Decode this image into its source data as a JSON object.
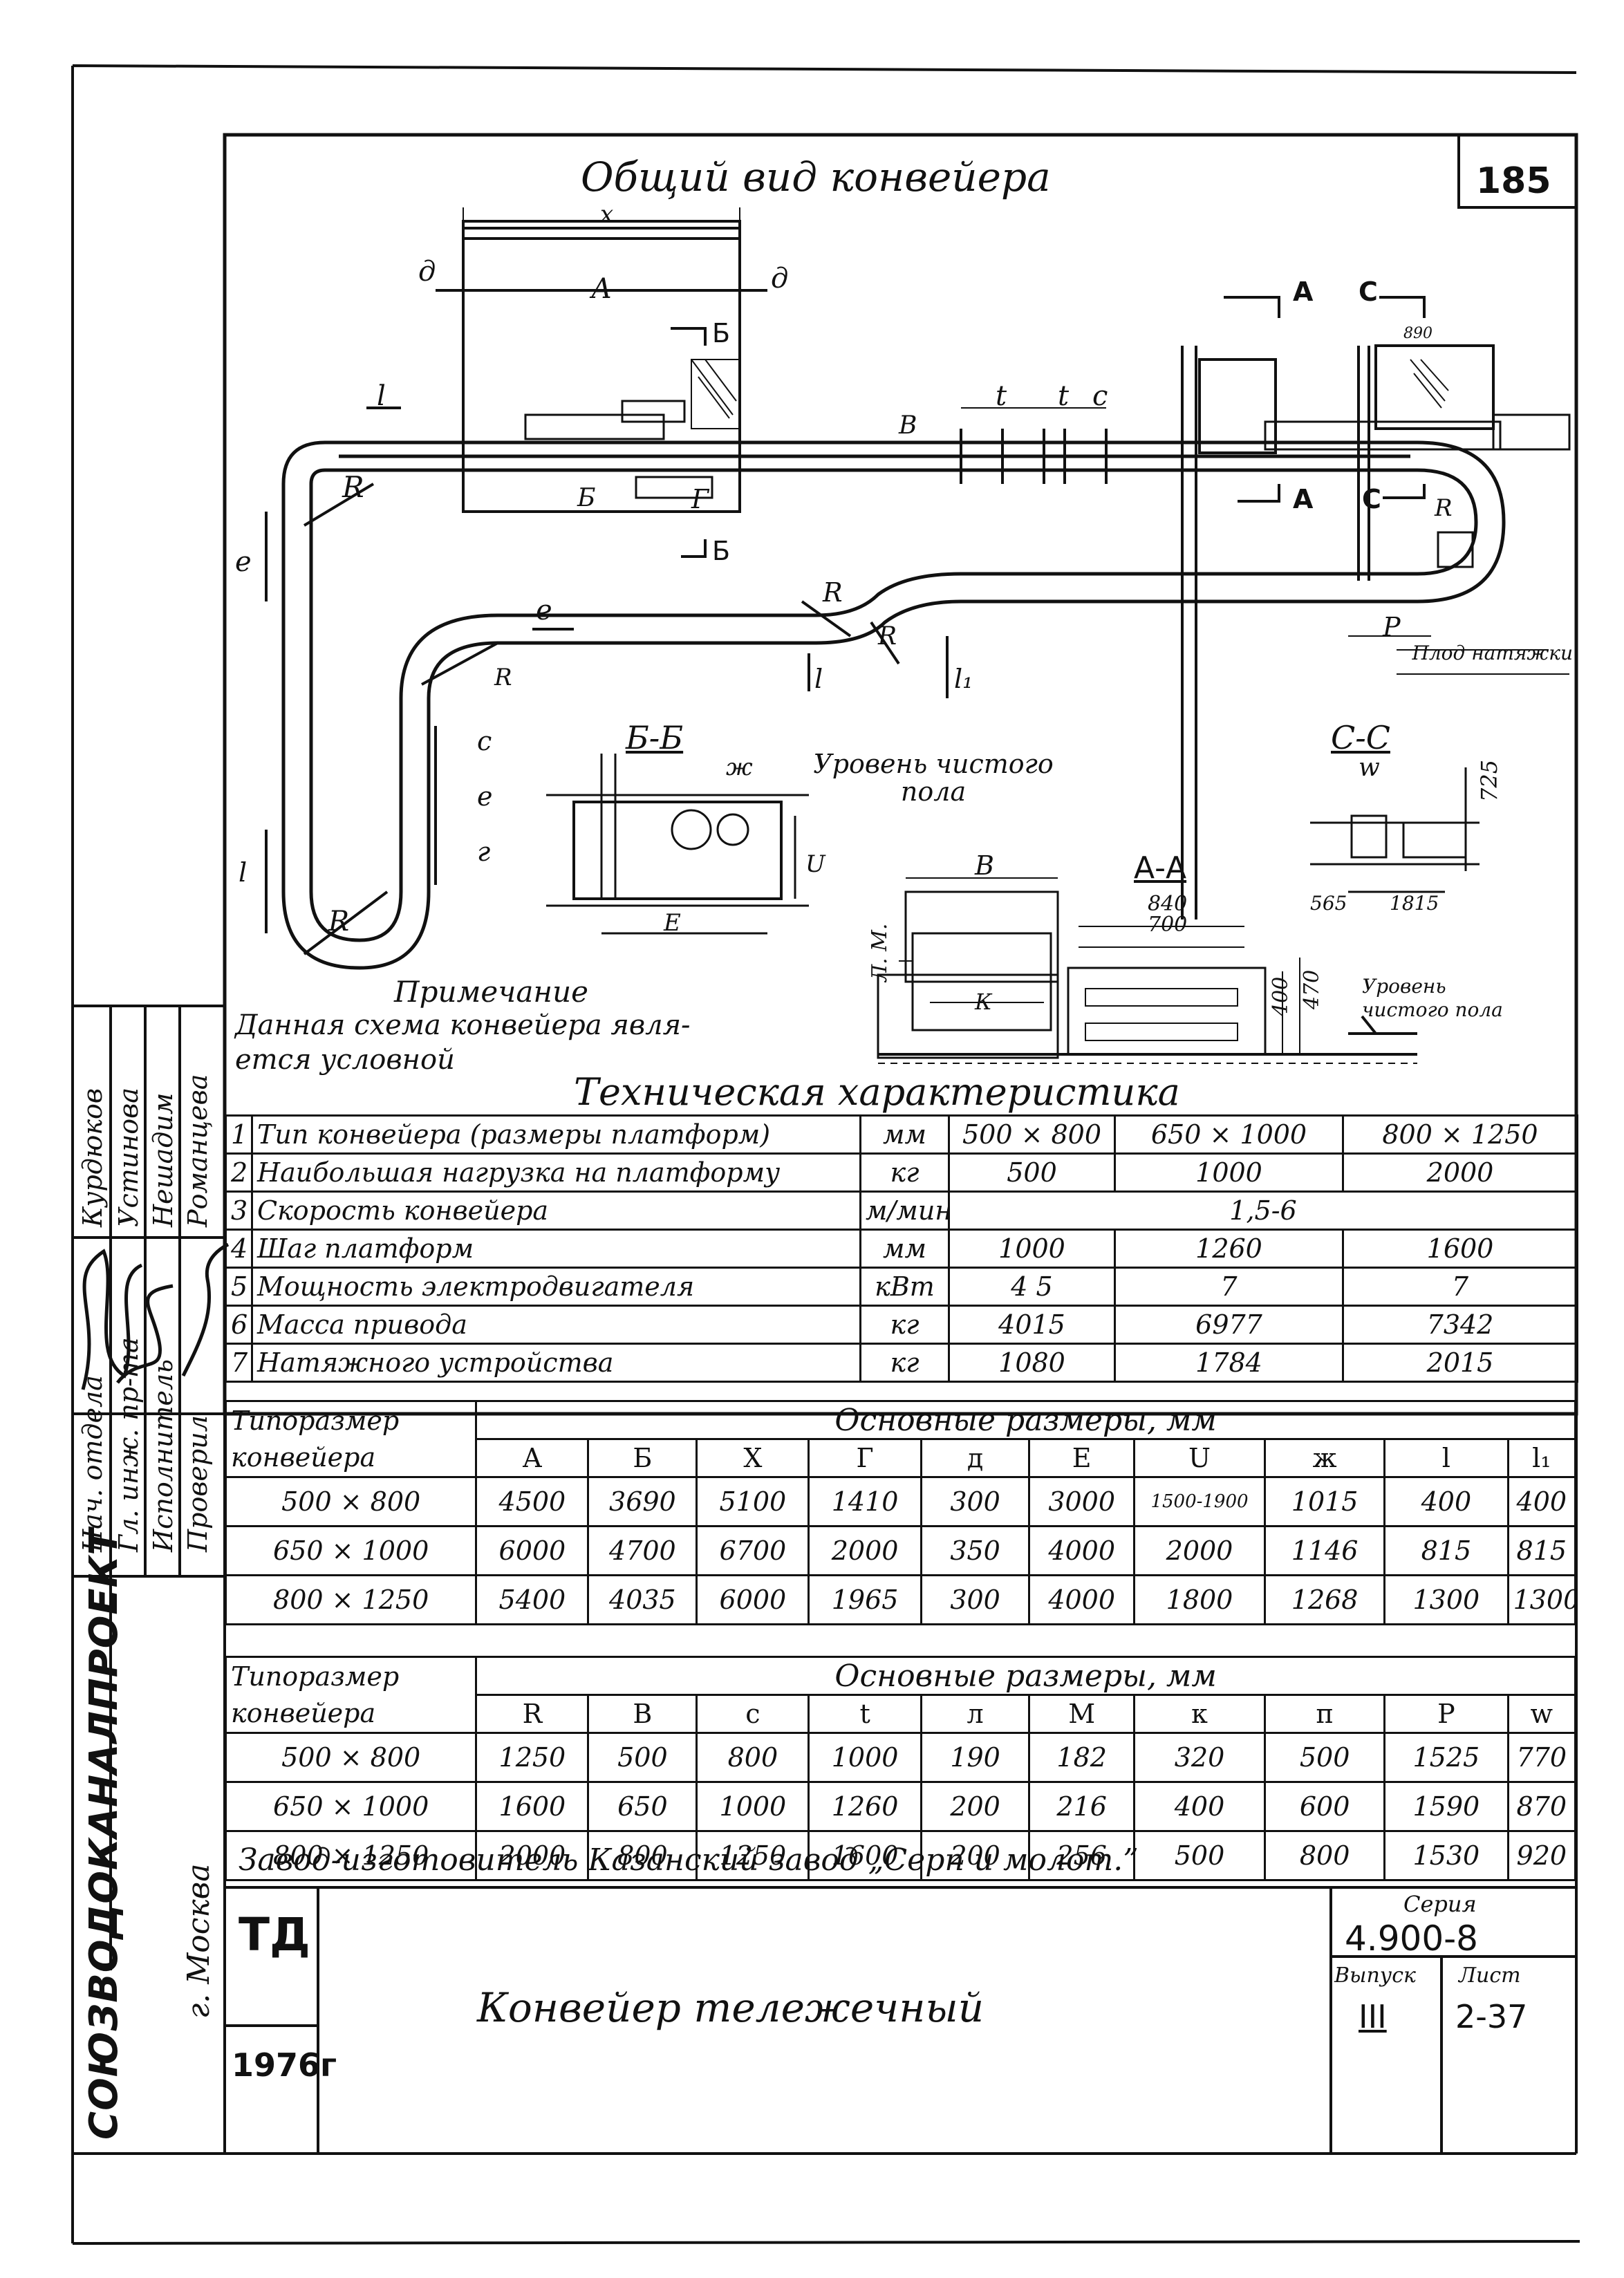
{
  "sheet_number": "185",
  "drawing_title": "Общий вид конвейера",
  "drawing_labels": {
    "x": "х",
    "d1": "д",
    "d2": "д",
    "a": "А",
    "b": "Б",
    "section_b_top": "Б",
    "section_b_bottom": "Б",
    "l_left": "l",
    "r_left": "R",
    "e_left": "е",
    "b_mark": "Б",
    "g_mark": "Г",
    "v_mark": "В",
    "t1": "t",
    "t2": "t",
    "c_mark": "с",
    "arrow_a_top": "А",
    "arrow_a_bottom": "А",
    "arrow_c_top": "С",
    "arrow_c_bottom": "С",
    "dim_890": "890",
    "r_right": "R",
    "p_mark": "Р",
    "plot_nat": "Плод натяжки",
    "r_mid1": "R",
    "r_mid2": "R",
    "l_mid1": "l",
    "l_mid2": "l₁",
    "e_mid": "е",
    "r_low": "R",
    "c_low": "с",
    "e_low": "е",
    "g_low": "г",
    "r_bottom": "R",
    "l_bottom": "l"
  },
  "section_bb": {
    "title": "Б-Б",
    "zh": "ж",
    "u": "U",
    "e": "Е"
  },
  "floor_level_top": "Уровень чистого пола",
  "section_cc": {
    "title": "С-С",
    "w": "w",
    "dim_725": "725",
    "dim_565": "565",
    "dim_1815": "1815"
  },
  "section_aa": {
    "title": "А-А",
    "b": "В",
    "dim_840": "840",
    "dim_700": "700",
    "dim_400": "400",
    "dim_470": "470",
    "l_m": "Л. М.",
    "k": "К"
  },
  "floor_level_right": "Уровень чистого пола",
  "note": {
    "heading": "Примечание",
    "line1": "Данная схема конвейера явля-",
    "line2": "ется условной"
  },
  "tech_title": "Техническая характеристика",
  "tech_rows": [
    {
      "n": "1",
      "name": "Тип конвейера (размеры платформ)",
      "unit": "мм",
      "v1": "500 × 800",
      "v2": "650 × 1000",
      "v3": "800 × 1250"
    },
    {
      "n": "2",
      "name": "Наибольшая нагрузка на платформу",
      "unit": "кг",
      "v1": "500",
      "v2": "1000",
      "v3": "2000"
    },
    {
      "n": "3",
      "name": "Скорость конвейера",
      "unit": "м/мин",
      "v1": "",
      "v2": "1,5-6",
      "v3": ""
    },
    {
      "n": "4",
      "name": "Шаг платформ",
      "unit": "мм",
      "v1": "1000",
      "v2": "1260",
      "v3": "1600"
    },
    {
      "n": "5",
      "name": "Мощность электродвигателя",
      "unit": "кВт",
      "v1": "4 5",
      "v2": "7",
      "v3": "7"
    },
    {
      "n": "6",
      "name": "Масса привода",
      "unit": "кг",
      "v1": "4015",
      "v2": "6977",
      "v3": "7342"
    },
    {
      "n": "7",
      "name": "Натяжного устройства",
      "unit": "кг",
      "v1": "1080",
      "v2": "1784",
      "v3": "2015"
    }
  ],
  "dims1": {
    "type_label1": "Типоразмер",
    "type_label2": "конвейера",
    "title": "Основные размеры, мм",
    "headers": [
      "А",
      "Б",
      "Х",
      "Г",
      "д",
      "Е",
      "U",
      "ж",
      "l",
      "l₁"
    ],
    "rows": [
      {
        "type": "500 × 800",
        "v": [
          "4500",
          "3690",
          "5100",
          "1410",
          "300",
          "3000",
          "1500-1900",
          "1015",
          "400",
          "400"
        ]
      },
      {
        "type": "650 × 1000",
        "v": [
          "6000",
          "4700",
          "6700",
          "2000",
          "350",
          "4000",
          "2000",
          "1146",
          "815",
          "815"
        ]
      },
      {
        "type": "800 × 1250",
        "v": [
          "5400",
          "4035",
          "6000",
          "1965",
          "300",
          "4000",
          "1800",
          "1268",
          "1300",
          "1300"
        ]
      }
    ]
  },
  "dims2": {
    "type_label1": "Типоразмер",
    "type_label2": "конвейера",
    "title": "Основные размеры, мм",
    "headers": [
      "R",
      "В",
      "с",
      "t",
      "л",
      "М",
      "к",
      "п",
      "Р",
      "w"
    ],
    "rows": [
      {
        "type": "500 × 800",
        "v": [
          "1250",
          "500",
          "800",
          "1000",
          "190",
          "182",
          "320",
          "500",
          "1525",
          "770"
        ]
      },
      {
        "type": "650 × 1000",
        "v": [
          "1600",
          "650",
          "1000",
          "1260",
          "200",
          "216",
          "400",
          "600",
          "1590",
          "870"
        ]
      },
      {
        "type": "800 × 1250",
        "v": [
          "2000",
          "800",
          "1250",
          "1600",
          "200",
          "256",
          "500",
          "800",
          "1530",
          "920"
        ]
      }
    ]
  },
  "manufacturer": "Завод-изготовитель Казанский завод „Серп и молот.”",
  "stamp": {
    "td": "ТД",
    "year": "1976г",
    "product": "Конвейер тележечный",
    "series_label": "Серия",
    "series_value": "4.900-8",
    "issue_label": "Выпуск",
    "issue_value": "III",
    "sheet_label": "Лист",
    "sheet_value": "2-37"
  },
  "side": {
    "org": "СОЮЗВОДОКАНАЛПРОЕКТ",
    "city": "г. Москва",
    "roles": [
      "Нач. отдела",
      "Гл. инж. пр-та",
      "Исполнитель",
      "Проверил"
    ],
    "names": [
      "Курдюков",
      "Устинова",
      "Нешадим",
      "Романцева"
    ]
  }
}
